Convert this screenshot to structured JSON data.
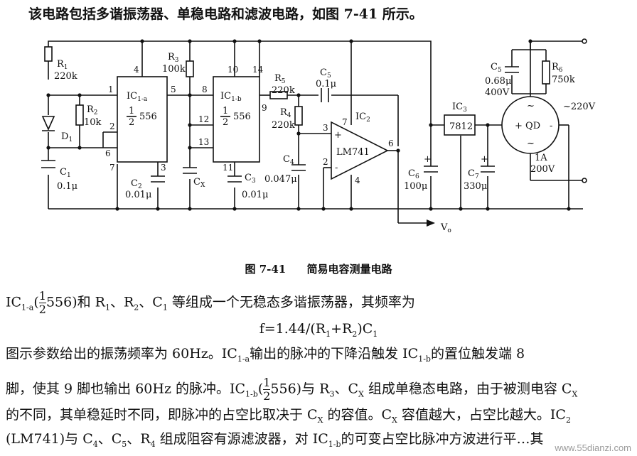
{
  "intro": "该电路包括多谐振荡器、单稳电路和滤波电路，如图 7-41 所示。",
  "figure": {
    "number": "图 7-41",
    "title": "简易电容测量电路",
    "components": {
      "R1": "R",
      "R1_sub": "1",
      "R1_val": "220k",
      "R2": "R",
      "R2_sub": "2",
      "R2_val": "10k",
      "R3": "R",
      "R3_sub": "3",
      "R3_val": "100k",
      "R4": "R",
      "R4_sub": "4",
      "R4_val": "220k",
      "R5": "R",
      "R5_sub": "5",
      "R5_val": "220k",
      "R6": "R",
      "R6_sub": "6",
      "R6_val": "750k",
      "C1": "C",
      "C1_sub": "1",
      "C1_val": "0.1μ",
      "C2": "C",
      "C2_sub": "2",
      "C2_val": "0.01μ",
      "C3": "C",
      "C3_sub": "3",
      "C3_val": "0.01μ",
      "C4": "C",
      "C4_sub": "4",
      "C4_val": "0.047μ",
      "C5a": "C",
      "C5a_sub": "5",
      "C5a_val": "0.1μ",
      "C5b": "C",
      "C5b_sub": "5",
      "C5b_val": "0.68μ",
      "C5b_val2": "400V",
      "C6": "C",
      "C6_sub": "6",
      "C6_val": "100μ",
      "C7": "C",
      "C7_sub": "7",
      "C7_val": "330μ",
      "CX": "C",
      "CX_sub": "X",
      "D1": "D",
      "D1_sub": "1",
      "IC1a": "IC",
      "IC1a_sub": "1-a",
      "IC1a_frac_num": "1",
      "IC1a_frac_den": "2",
      "IC1a_part": "556",
      "IC1b": "IC",
      "IC1b_sub": "1-b",
      "IC1b_frac_num": "1",
      "IC1b_frac_den": "2",
      "IC1b_part": "556",
      "IC2": "IC",
      "IC2_sub": "2",
      "IC2_part": "LM741",
      "IC3": "IC",
      "IC3_sub": "3",
      "IC3_part": "7812",
      "QD": "QD",
      "QD_rating1": "1A",
      "QD_rating2": "200V",
      "mains": "~220V",
      "vo": "V",
      "vo_sub": "o",
      "plus": "+",
      "minus": "-",
      "tilde": "~"
    },
    "pins": {
      "a1": "1",
      "a4": "4",
      "a5": "5",
      "a2": "2",
      "a6": "6",
      "a7": "7",
      "a3": "3",
      "b8": "8",
      "b10": "10",
      "b14": "14",
      "b9": "9",
      "b12": "12",
      "b13": "13",
      "b11": "11",
      "o3": "3",
      "o2": "2",
      "o7": "7",
      "o6": "6",
      "o4": "4"
    }
  },
  "body": {
    "p1a": "IC",
    "p1a_sub": "1-a",
    "p1b": "(",
    "p1_frac_num": "1",
    "p1_frac_den": "2",
    "p1c": "556)和 R",
    "p1c_sub": "1",
    "p1d": "、R",
    "p1d_sub": "2",
    "p1e": "、C",
    "p1e_sub": "1",
    "p1f": " 等组成一个无稳态多谐振荡器，其频率为",
    "formula_a": "f=1.44/(R",
    "formula_sub1": "1",
    "formula_b": "+R",
    "formula_sub2": "2",
    "formula_c": ")C",
    "formula_sub3": "1",
    "p2a": "图示参数给出的振荡频率为 60Hz。IC",
    "p2a_sub": "1-a",
    "p2b": "输出的脉冲的下降沿触发 IC",
    "p2b_sub": "1-b",
    "p2c": "的置位触发端 8",
    "p3a": "脚，使其 9 脚也输出 60Hz 的脉冲。IC",
    "p3a_sub": "1-b",
    "p3b": "(",
    "p3_frac_num": "1",
    "p3_frac_den": "2",
    "p3c": "556)与 R",
    "p3c_sub": "3",
    "p3d": "、C",
    "p3d_sub": "X",
    "p3e": " 组成单稳态电路，由于被测电容 C",
    "p3e_sub": "X",
    "p4a": "的不同，其单稳延时不同，即脉冲的占空比取决于 C",
    "p4a_sub": "X",
    "p4b": " 的容值。C",
    "p4b_sub": "X",
    "p4c": " 容值越大，占空比越大。IC",
    "p4c_sub": "2",
    "p5a": "(LM741)与 C",
    "p5a_sub": "4",
    "p5b": "、C",
    "p5b_sub": "5",
    "p5c": "、R",
    "p5c_sub": "4",
    "p5d": " 组成阻容有源滤波器，对 IC",
    "p5d_sub": "1-b",
    "p5e": "的可变占空比脉冲方波进行平",
    "p5f": "…其"
  },
  "watermark": "www.55dianzi.com"
}
